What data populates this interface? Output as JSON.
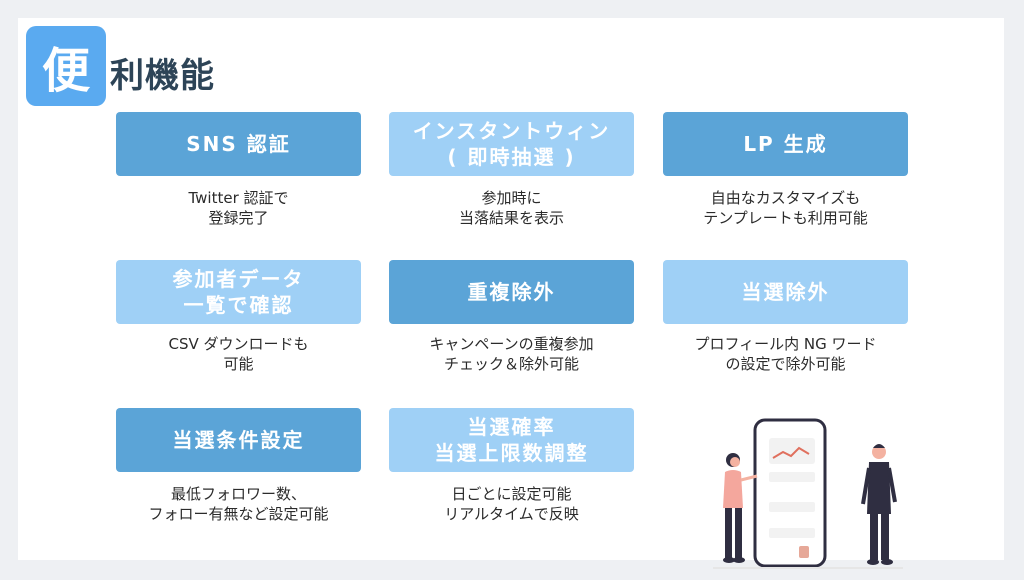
{
  "title": {
    "badge": "便",
    "rest": "利機能"
  },
  "features": [
    {
      "label_lines": [
        "SNS 認証"
      ],
      "desc_lines": [
        "Twitter 認証で",
        "登録完了"
      ]
    },
    {
      "label_lines": [
        "インスタントウィン",
        "( 即時抽選 )"
      ],
      "desc_lines": [
        "参加時に",
        "当落結果を表示"
      ]
    },
    {
      "label_lines": [
        "LP 生成"
      ],
      "desc_lines": [
        "自由なカスタマイズも",
        "テンプレートも利用可能"
      ]
    },
    {
      "label_lines": [
        "参加者データ",
        "一覧で確認"
      ],
      "desc_lines": [
        "CSV ダウンロードも",
        "可能"
      ]
    },
    {
      "label_lines": [
        "重複除外"
      ],
      "desc_lines": [
        "キャンペーンの重複参加",
        "チェック＆除外可能"
      ]
    },
    {
      "label_lines": [
        "当選除外"
      ],
      "desc_lines": [
        "プロフィール内 NG ワード",
        "の設定で除外可能"
      ]
    },
    {
      "label_lines": [
        "当選条件設定"
      ],
      "desc_lines": [
        "最低フォロワー数、",
        "フォロー有無など設定可能"
      ]
    },
    {
      "label_lines": [
        "当選確率",
        "当選上限数調整"
      ],
      "desc_lines": [
        "日ごとに設定可能",
        "リアルタイムで反映"
      ]
    }
  ],
  "colors": {
    "accent": "#5aaaf0",
    "card_dark": "#5ba4d7",
    "card_light": "#9fd0f6"
  }
}
